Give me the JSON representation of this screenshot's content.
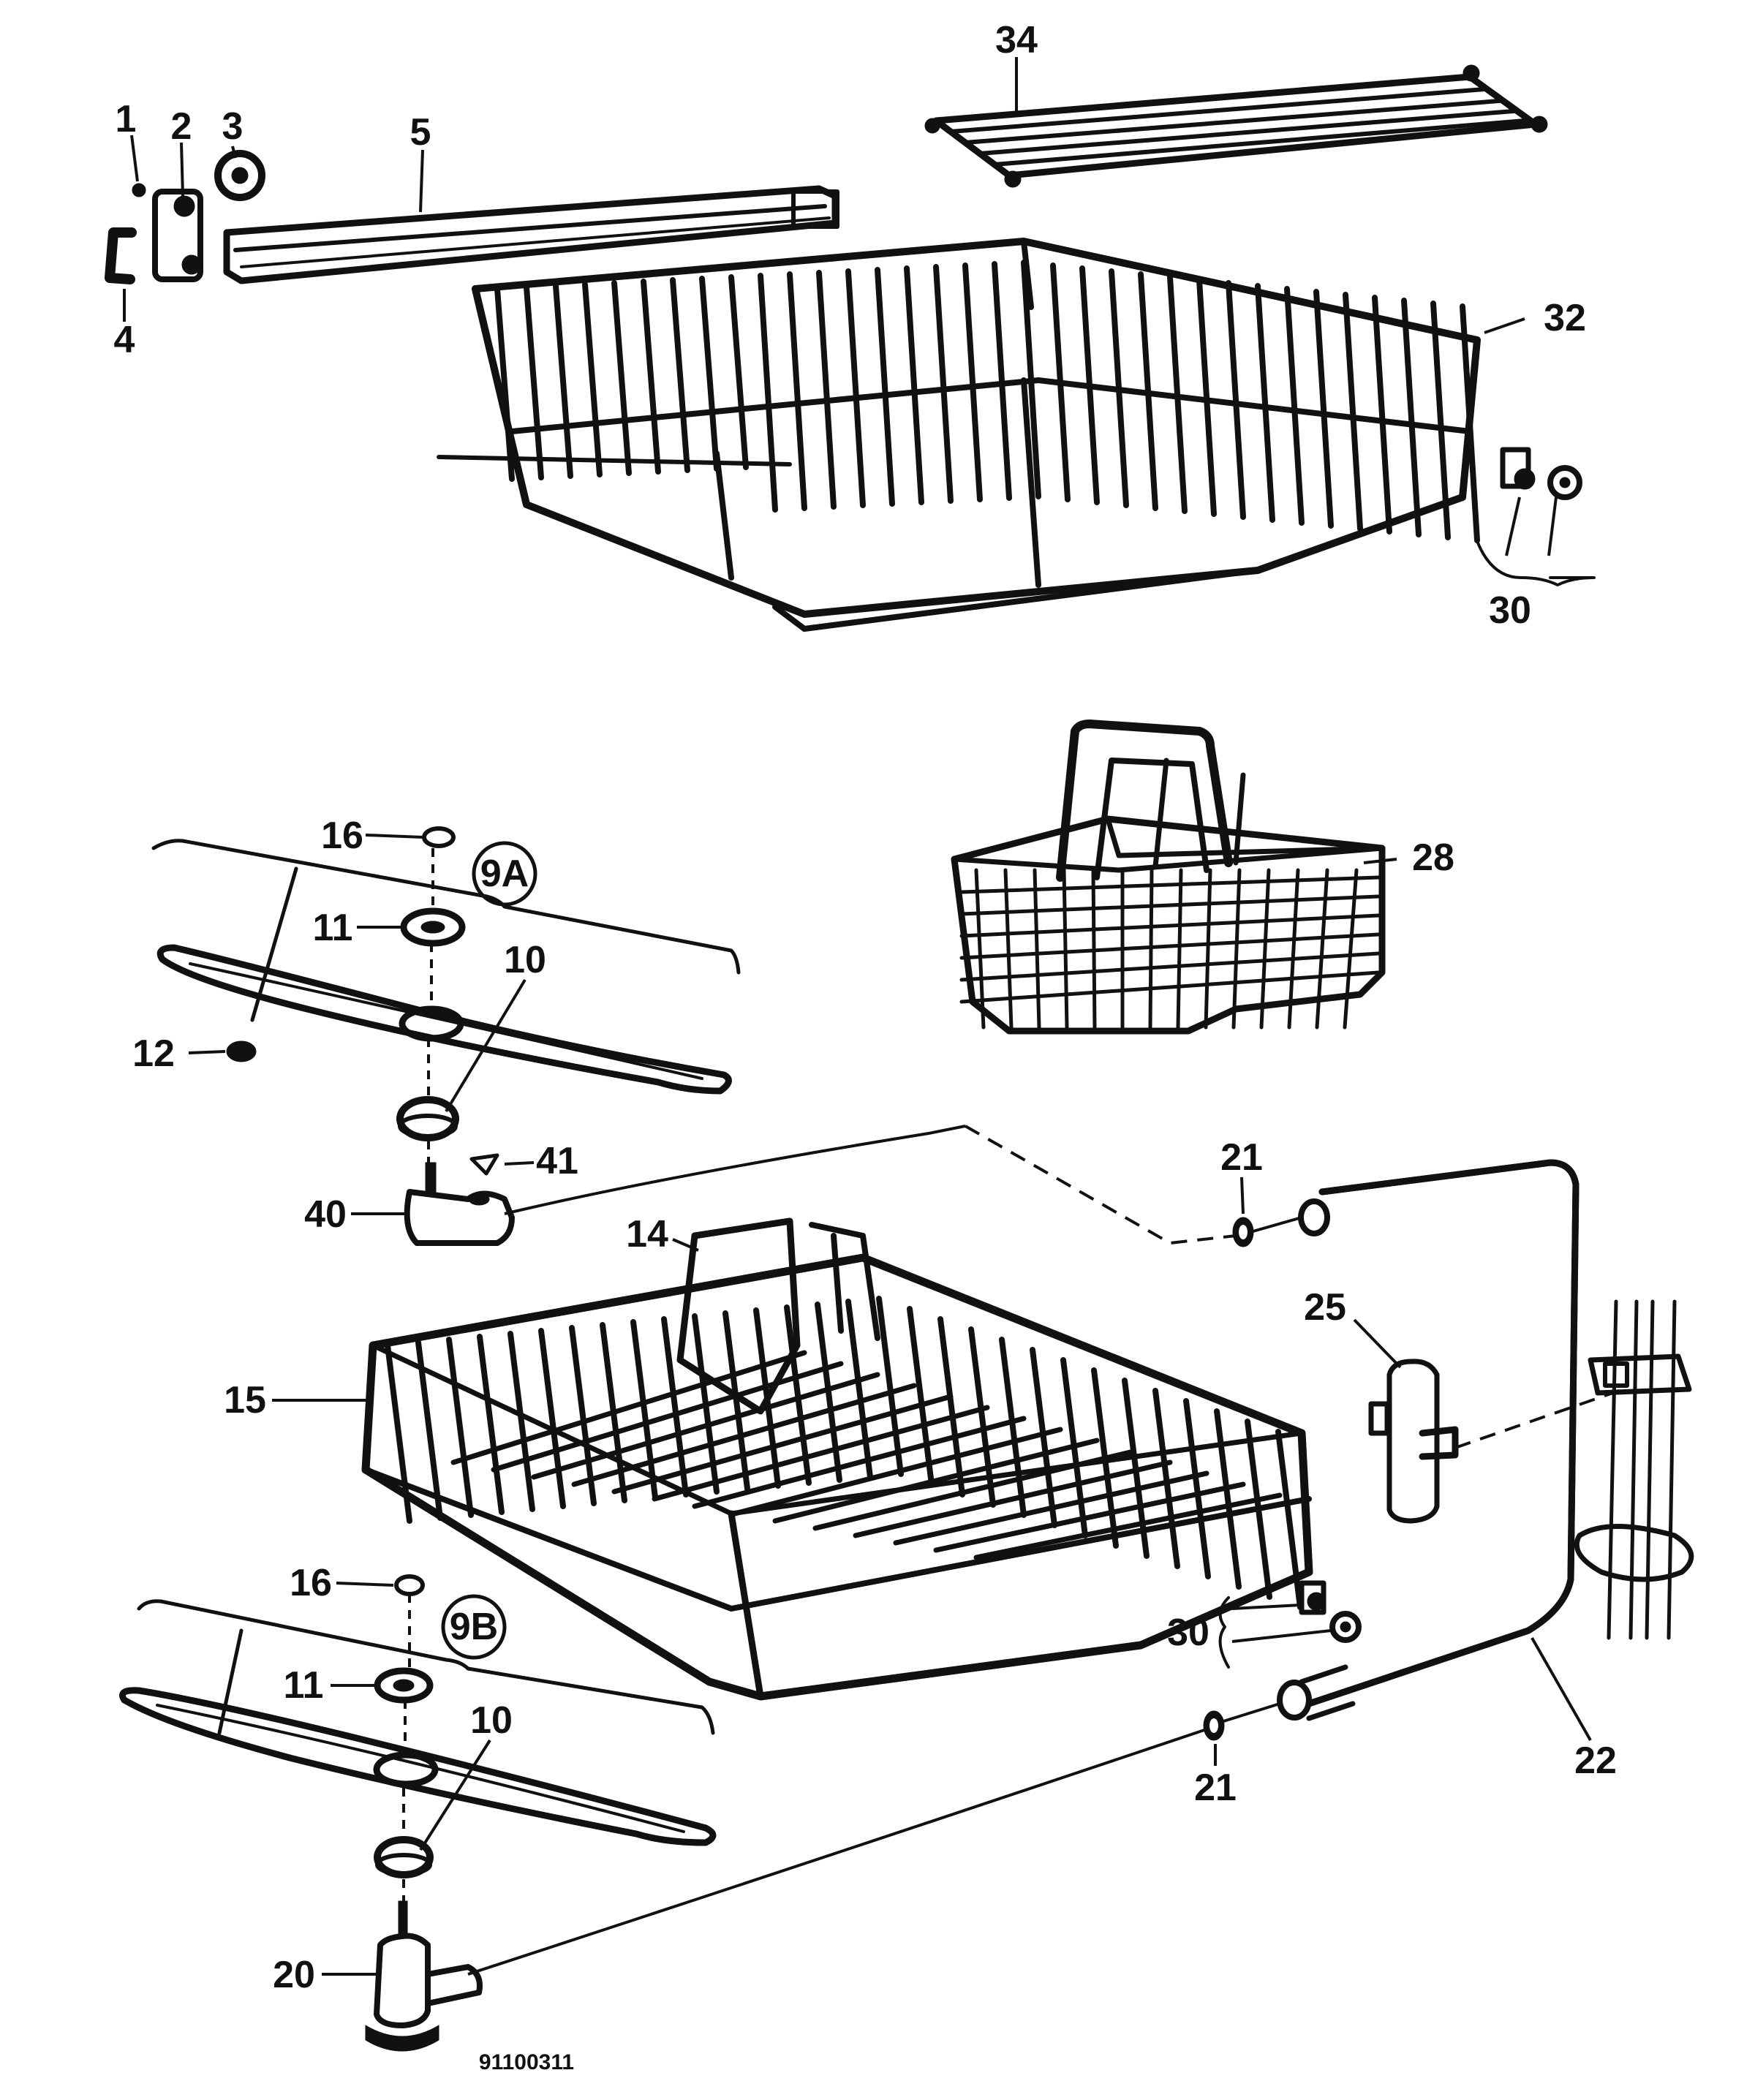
{
  "diagram": {
    "drawing_number": "91100311",
    "callouts": [
      {
        "id": "c1",
        "text": "1"
      },
      {
        "id": "c2",
        "text": "2"
      },
      {
        "id": "c3",
        "text": "3"
      },
      {
        "id": "c4",
        "text": "4"
      },
      {
        "id": "c5",
        "text": "5"
      },
      {
        "id": "c34",
        "text": "34"
      },
      {
        "id": "c32",
        "text": "32"
      },
      {
        "id": "c30a",
        "text": "30"
      },
      {
        "id": "c16a",
        "text": "16"
      },
      {
        "id": "c9a",
        "text": "9A"
      },
      {
        "id": "c11a",
        "text": "11"
      },
      {
        "id": "c10a",
        "text": "10"
      },
      {
        "id": "c12",
        "text": "12"
      },
      {
        "id": "c41",
        "text": "41"
      },
      {
        "id": "c40",
        "text": "40"
      },
      {
        "id": "c28",
        "text": "28"
      },
      {
        "id": "c21a",
        "text": "21"
      },
      {
        "id": "c14",
        "text": "14"
      },
      {
        "id": "c25",
        "text": "25"
      },
      {
        "id": "c15",
        "text": "15"
      },
      {
        "id": "c16b",
        "text": "16"
      },
      {
        "id": "c9b",
        "text": "9B"
      },
      {
        "id": "c11b",
        "text": "11"
      },
      {
        "id": "c10b",
        "text": "10"
      },
      {
        "id": "c30b",
        "text": "30"
      },
      {
        "id": "c21b",
        "text": "21"
      },
      {
        "id": "c22",
        "text": "22"
      },
      {
        "id": "c20",
        "text": "20"
      }
    ]
  }
}
